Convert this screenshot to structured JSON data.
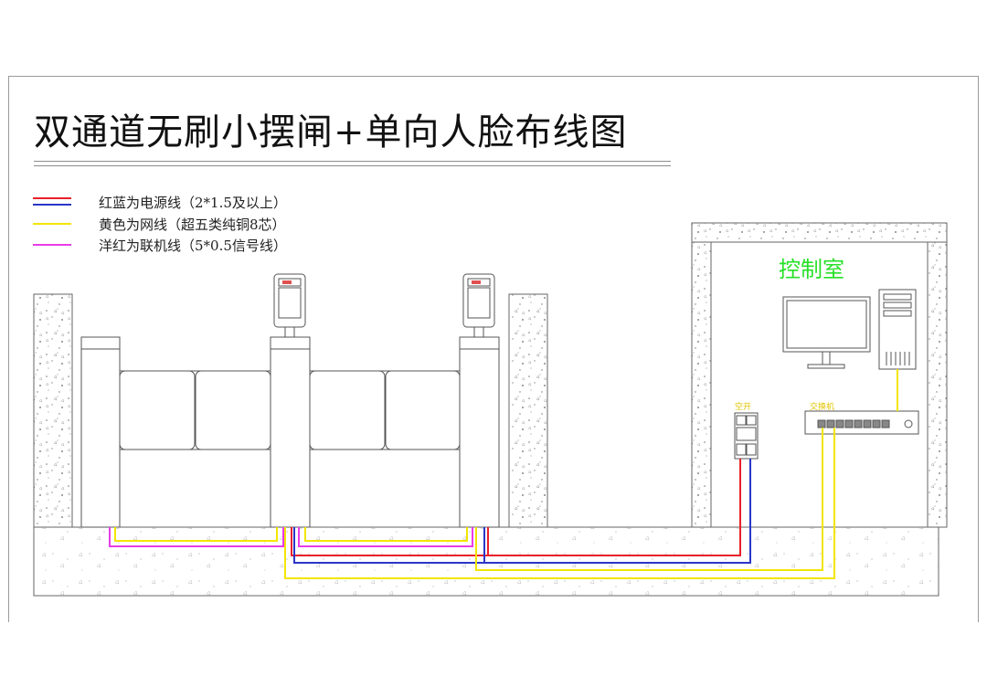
{
  "title": "双通道无刷小摆闸+单向人脸布线图",
  "legend": [
    {
      "text": "红蓝为电源线（2*1.5及以上）",
      "colors": [
        "#e8202a",
        "#2a36c8"
      ]
    },
    {
      "text": "黄色为网线（超五类纯铜8芯）",
      "colors": [
        "#f2e600"
      ]
    },
    {
      "text": "洋红为联机线（5*0.5信号线）",
      "colors": [
        "#e83ce8"
      ]
    }
  ],
  "control_room": {
    "label": "控制室",
    "label_color": "#27e027"
  },
  "device_labels": {
    "switch_breaker": "空开",
    "network_switch": "交换机"
  },
  "colors": {
    "power_red": "#e8202a",
    "power_blue": "#2a36c8",
    "network_yellow": "#f2e600",
    "link_magenta": "#e83ce8",
    "outline": "#555555"
  }
}
